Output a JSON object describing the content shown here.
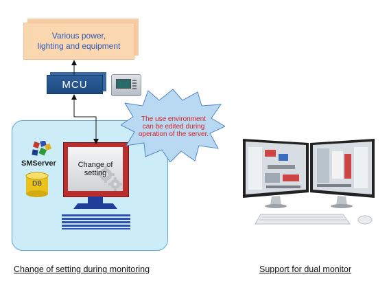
{
  "equipment": {
    "line1": "Various power,",
    "line2": "lighting and equipment"
  },
  "mcu": {
    "label": "MCU"
  },
  "server": {
    "label": "SMServer",
    "db_label": "DB"
  },
  "monitor": {
    "line1": "Change of",
    "line2": "setting"
  },
  "callout": {
    "line1": "The use environment",
    "line2": "can be edited during",
    "line3": "operation of the server."
  },
  "captions": {
    "left": "Change of setting during monitoring",
    "right": "Support for dual monitor"
  },
  "colors": {
    "equipment_fill": "#fbd7b0",
    "equipment_text": "#2a57b8",
    "mcu_fill": "#1d4a80",
    "panel_fill": "#ccecf8",
    "panel_border": "#5aa7d7",
    "monitor_frame": "#b92f2f",
    "monitor_stand": "#1f3f9a",
    "callout_fill": "#b9d9f2",
    "callout_text": "#d81f1f"
  }
}
